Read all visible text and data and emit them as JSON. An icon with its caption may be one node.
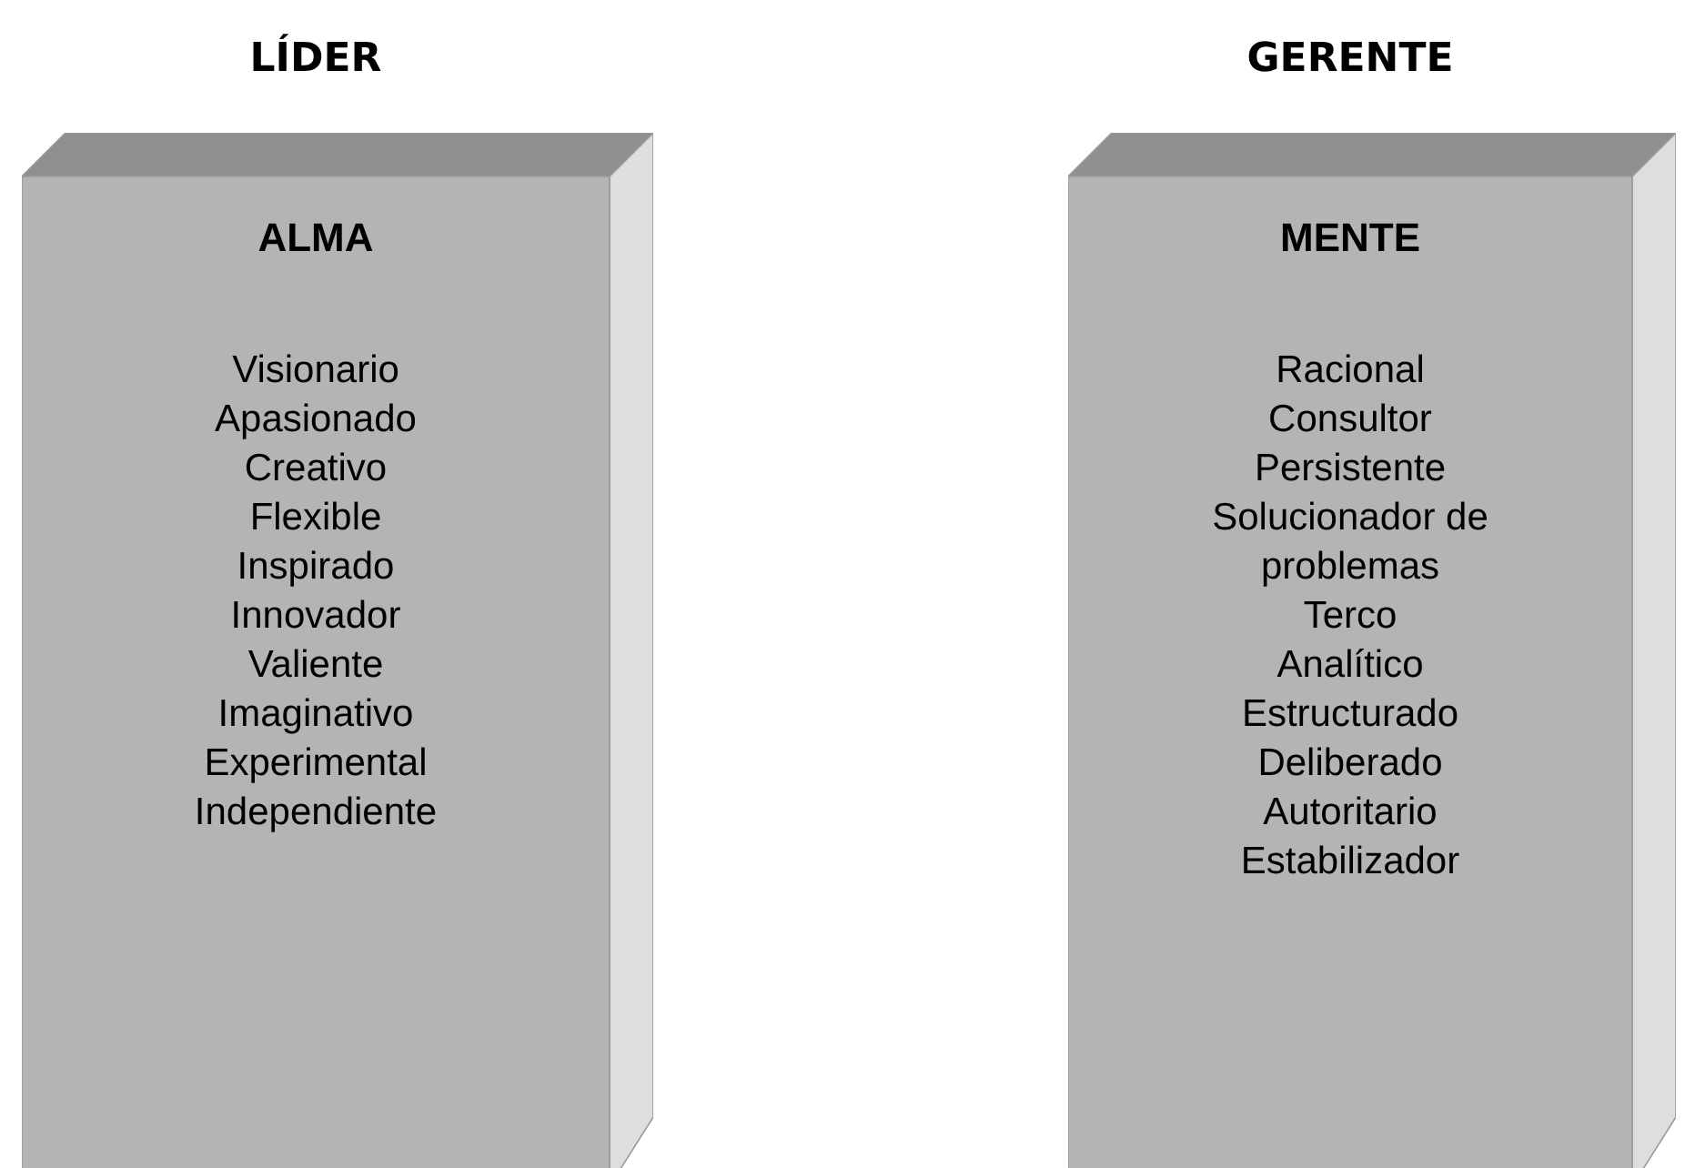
{
  "diagram": {
    "nodes": [
      {
        "text": [
          "LÍDER",
          "ALMA",
          "Visionario",
          "Apasionado",
          "Creativo",
          "Flexible",
          "Inspirado",
          "Innovador",
          "Valiente",
          "Imaginativo",
          "Experimental",
          "Independiente"
        ]
      },
      {
        "text": [
          "GERENTE",
          "MENTE",
          "Racional",
          "Consultor",
          "Persistente",
          "Solucionador de problemas",
          "Terco",
          "Analítico",
          "Estructurado",
          "Deliberado",
          "Autoritario",
          "Estabilizador"
        ]
      }
    ]
  }
}
